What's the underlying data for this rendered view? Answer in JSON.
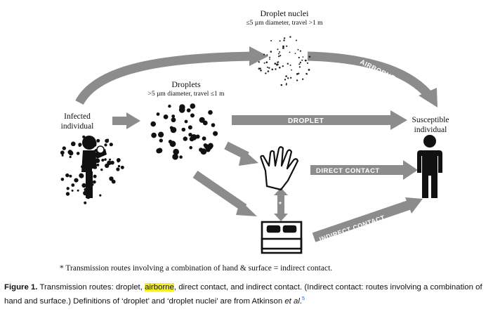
{
  "nodes": {
    "droplet_nuclei": {
      "title": "Droplet nuclei",
      "sub": "≤5 µm diameter, travel >1 m"
    },
    "droplets": {
      "title": "Droplets",
      "sub": ">5 µm diameter, travel ≤1 m"
    },
    "infected": {
      "line1": "Infected",
      "line2": "individual"
    },
    "susceptible": {
      "line1": "Susceptible",
      "line2": "individual"
    }
  },
  "routes": {
    "airborne": "AIRBORNE",
    "droplet": "DROPLET",
    "direct": "DIRECT CONTACT",
    "indirect": "INDIRECT CONTACT",
    "combo_marker": "*"
  },
  "footnote": "* Transmission routes involving a combination of hand & surface = indirect contact.",
  "caption": {
    "label": "Figure 1.",
    "t1": " Transmission routes: droplet, ",
    "highlight": "airborne",
    "t2": ", direct contact, and indirect contact. (Indirect contact: routes involving a combination of hand and surface.) Definitions of ‘droplet’ and ‘droplet nuclei’ are from Atkinson ",
    "etal": "et al",
    "t3": ".",
    "ref": "5"
  },
  "colors": {
    "arrow": "#8c8c8c",
    "highlight": "#f5ef2a",
    "dark": "#111111"
  },
  "icons": [
    "sneezing-person-icon",
    "hand-icon",
    "bed-icon",
    "standing-person-icon"
  ]
}
